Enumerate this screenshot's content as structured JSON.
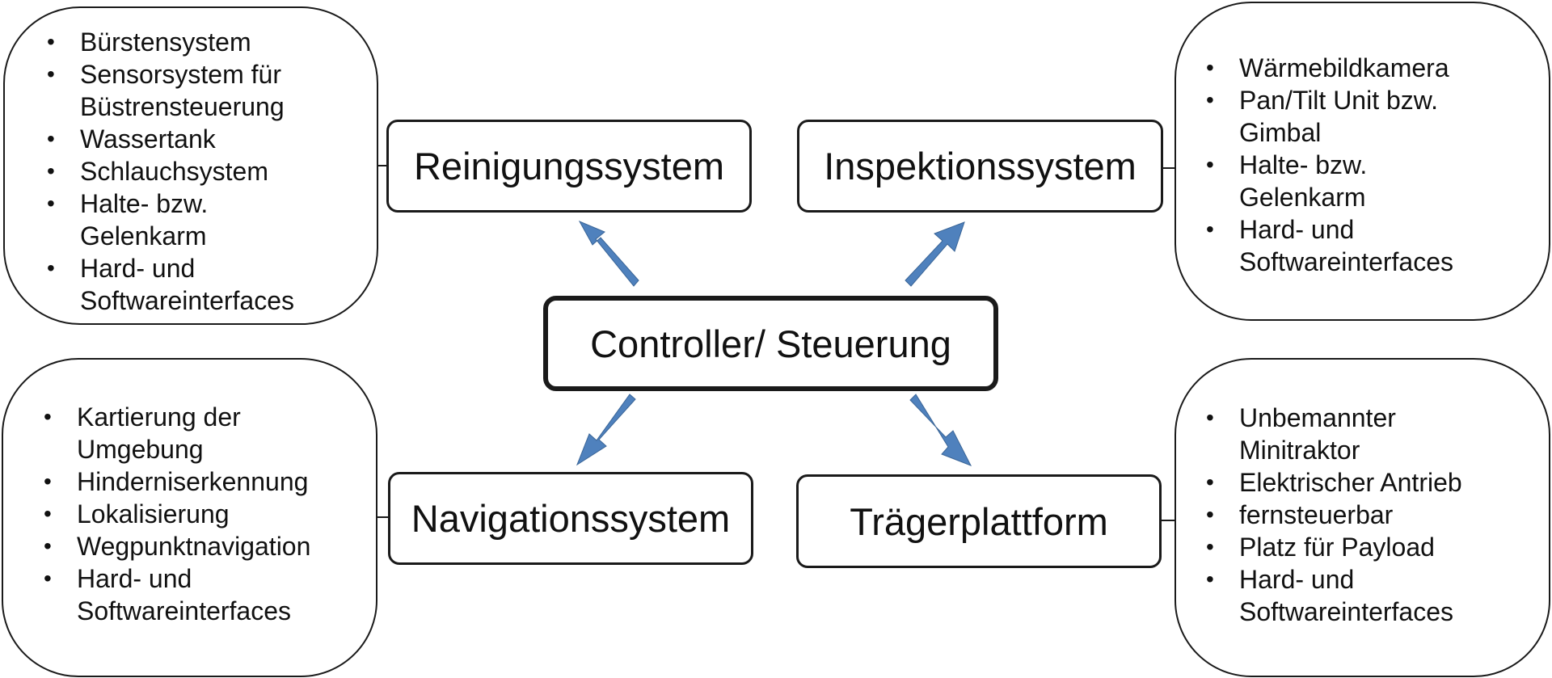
{
  "controller": {
    "label": "Controller/ Steuerung"
  },
  "systems": {
    "cleaning": {
      "label": "Reinigungssystem"
    },
    "inspection": {
      "label": "Inspektionssystem"
    },
    "navigation": {
      "label": "Navigationssystem"
    },
    "platform": {
      "label": "Trägerplattform"
    }
  },
  "details": {
    "cleaning": [
      [
        "Bürstensystem"
      ],
      [
        "Sensorsystem für",
        "Büstrensteuerung"
      ],
      [
        "Wassertank"
      ],
      [
        "Schlauchsystem"
      ],
      [
        "Halte- bzw.",
        "Gelenkarm"
      ],
      [
        "Hard- und",
        "Softwareinterfaces"
      ]
    ],
    "inspection": [
      [
        "Wärmebildkamera"
      ],
      [
        "Pan/Tilt Unit bzw.",
        "Gimbal"
      ],
      [
        "Halte- bzw.",
        "Gelenkarm"
      ],
      [
        "Hard- und",
        "Softwareinterfaces"
      ]
    ],
    "navigation": [
      [
        "Kartierung der",
        "Umgebung"
      ],
      [
        "Hinderniserkennung"
      ],
      [
        "Lokalisierung"
      ],
      [
        "Wegpunktnavigation"
      ],
      [
        "Hard- und",
        "Softwareinterfaces"
      ]
    ],
    "platform": [
      [
        "Unbemannter",
        "Minitraktor"
      ],
      [
        "Elektrischer Antrieb"
      ],
      [
        "fernsteuerbar"
      ],
      [
        "Platz für Payload"
      ],
      [
        "Hard- und",
        "Softwareinterfaces"
      ]
    ]
  },
  "colors": {
    "arrow": "#4F81BD",
    "arrow_stroke": "#3A6597",
    "border": "#1a1a1a"
  }
}
